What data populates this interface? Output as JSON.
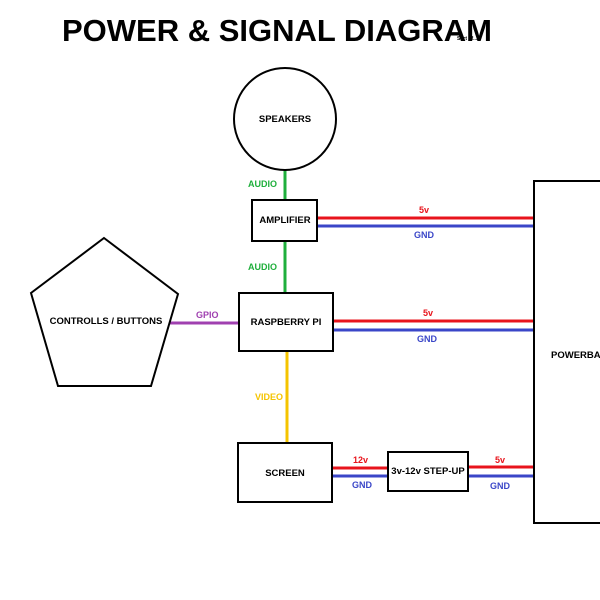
{
  "header": {
    "title": "POWER & SIGNAL DIAGRAM",
    "subtitle": "Sort of..."
  },
  "colors": {
    "power": "#e8141c",
    "ground": "#3a46c8",
    "audio": "#1faf3c",
    "video": "#f5c400",
    "gpio": "#a040b0",
    "outline": "#000000"
  },
  "components": {
    "speakers": "SPEAKERS",
    "amplifier": "AMPLIFIER",
    "raspberry_pi": "RASPBERRY PI",
    "controls": "CONTROLLS / BUTTONS",
    "screen": "SCREEN",
    "step_up": "3v-12v STEP-UP",
    "powerbank": "POWERBANK"
  },
  "connections": {
    "speakers_amp": "AUDIO",
    "amp_pi": "AUDIO",
    "controls_pi": "GPIO",
    "pi_screen": "VIDEO",
    "amp_power": {
      "power": "5v",
      "ground": "GND"
    },
    "pi_power": {
      "power": "5v",
      "ground": "GND"
    },
    "screen_stepup": {
      "power": "12v",
      "ground": "GND"
    },
    "stepup_powerbank": {
      "power": "5v",
      "ground": "GND"
    }
  }
}
